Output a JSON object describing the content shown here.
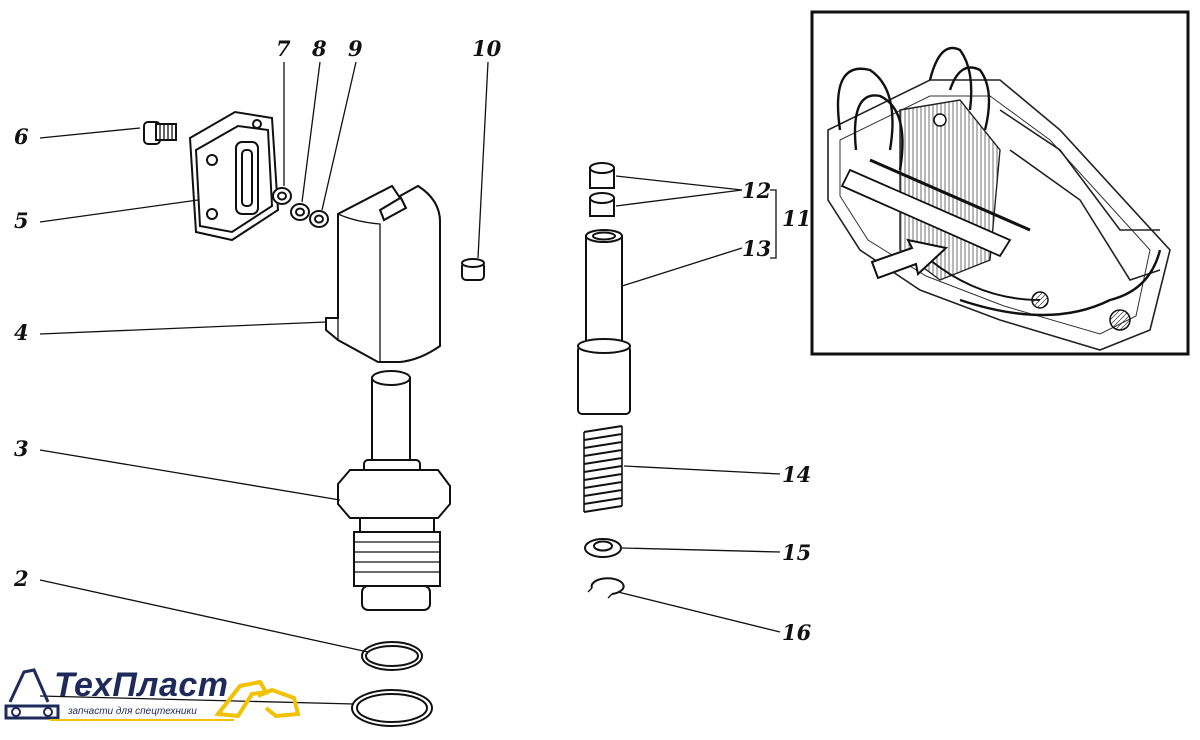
{
  "callouts": {
    "c2": "2",
    "c3": "3",
    "c4": "4",
    "c5": "5",
    "c6": "6",
    "c7": "7",
    "c8": "8",
    "c9": "9",
    "c10": "10",
    "c11": "11",
    "c12": "12",
    "c13": "13",
    "c14": "14",
    "c15": "15",
    "c16": "16"
  },
  "logo": {
    "word": "ТехПласт",
    "tagline": "запчасти для спецтехники",
    "color": "#1e2a5a",
    "accent": "#f2c200"
  }
}
